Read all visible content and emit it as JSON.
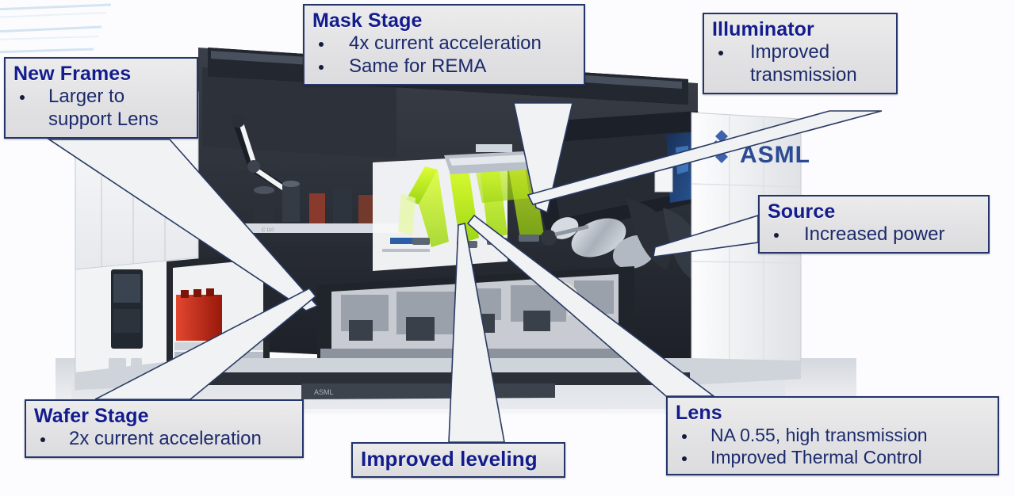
{
  "page": {
    "kind": "annotated-product-diagram",
    "subject": "ASML EUV lithography scanner cutaway",
    "background_color": "#fcfcfe",
    "callout_border_color": "#23356b",
    "callout_fill_color": "#e4e4e6",
    "callout_title_color": "#131c8c",
    "callout_body_color": "#1b2a6b",
    "leader_fill_color": "#f2f3f5",
    "leader_edge_color": "#2a3a63"
  },
  "brand": {
    "name": "ASML",
    "logo_icon": "asml-diamond-cluster-icon",
    "logo_color": "#3f62ac",
    "wordmark_color": "#2a4a93"
  },
  "callouts": [
    {
      "id": "new-frames",
      "title": "New Frames",
      "bullets": [
        "Larger to support Lens"
      ],
      "bullet_lines": [
        [
          "Larger to",
          "support Lens"
        ]
      ]
    },
    {
      "id": "mask-stage",
      "title": "Mask Stage",
      "bullets": [
        "4x current acceleration",
        "Same for REMA"
      ],
      "bullet_lines": [
        [
          "4x current acceleration"
        ],
        [
          "Same for REMA"
        ]
      ]
    },
    {
      "id": "illuminator",
      "title": "Illuminator",
      "bullets": [
        "Improved transmission"
      ],
      "bullet_lines": [
        [
          "Improved",
          "transmission"
        ]
      ]
    },
    {
      "id": "source",
      "title": "Source",
      "bullets": [
        "Increased power"
      ],
      "bullet_lines": [
        [
          "Increased power"
        ]
      ]
    },
    {
      "id": "wafer-stage",
      "title": "Wafer Stage",
      "bullets": [
        "2x current acceleration"
      ],
      "bullet_lines": [
        [
          "2x current acceleration"
        ]
      ]
    },
    {
      "id": "improved-leveling",
      "title": "Improved leveling",
      "bullets": [],
      "bullet_lines": []
    },
    {
      "id": "lens",
      "title": "Lens",
      "bullets": [
        "NA 0.55, high transmission",
        "Improved Thermal Control"
      ],
      "bullet_lines": [
        [
          "NA 0.55, high transmission"
        ],
        [
          "Improved Thermal Control"
        ]
      ]
    }
  ],
  "machine": {
    "beam_color": "#c6f011",
    "beam_label": "euv-light-path",
    "panel_color": "#f4f5f7",
    "interior_dark": "#272b33",
    "accent_red": "#c22a18",
    "accent_blue": "#1e3f7a"
  }
}
